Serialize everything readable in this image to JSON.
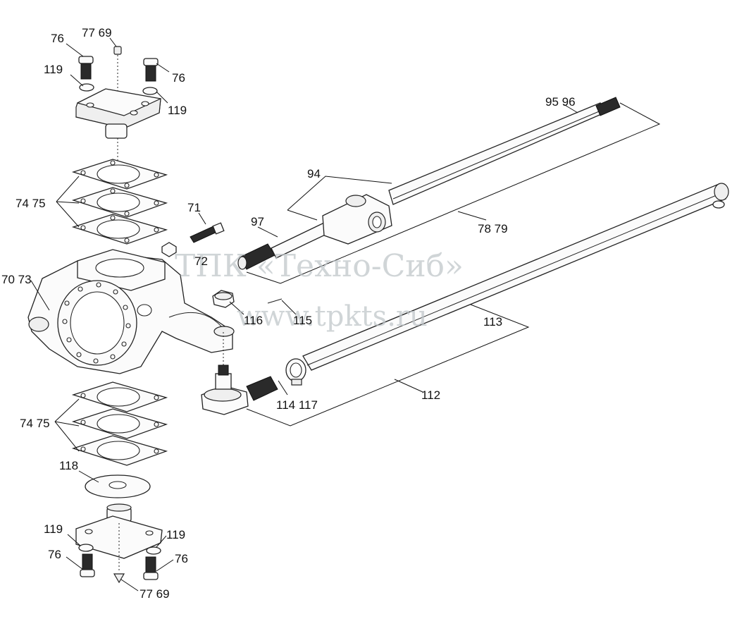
{
  "labels": {
    "l76a": "76",
    "l77_69a": "77  69",
    "l119a": "119",
    "l76b": "76",
    "l119b": "119",
    "l74_75a": "74 75",
    "l71": "71",
    "l72": "72",
    "l70_73": "70  73",
    "l97": "97",
    "l94": "94",
    "l95_96": "95  96",
    "l78_79": "78  79",
    "l116": "116",
    "l115": "115",
    "l113": "113",
    "l112": "112",
    "l114_117": "114  117",
    "l74_75b": "74 75",
    "l118": "118",
    "l119c": "119",
    "l119d": "119",
    "l76c": "76",
    "l76d": "76",
    "l77_69b": "77  69"
  },
  "watermark": {
    "company": "ТПК «Техно-Сиб»",
    "site": "www.tpkts.ru"
  }
}
